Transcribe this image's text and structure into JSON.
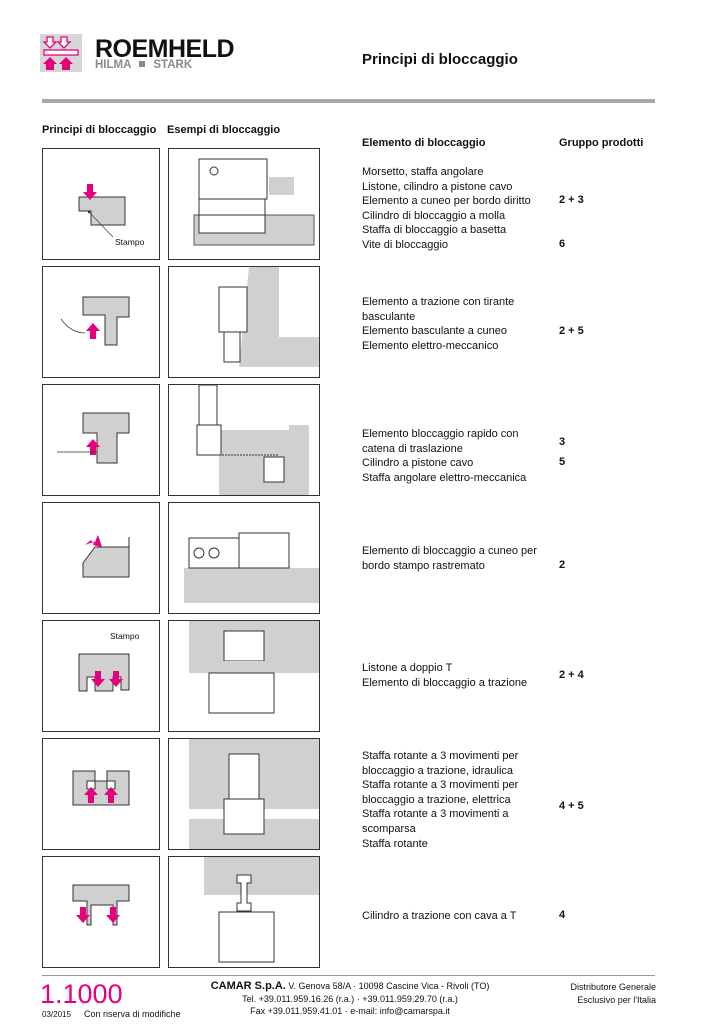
{
  "header": {
    "brand": "ROEMHELD",
    "sub_brands": [
      "HILMA",
      "STARK"
    ],
    "title": "Principi di bloccaggio"
  },
  "columns": {
    "principles": "Principi di bloccaggio",
    "examples": "Esempi di bloccaggio",
    "element": "Elemento di bloccaggio",
    "group": "Gruppo prodotti"
  },
  "labels": {
    "stampo": "Stampo"
  },
  "rows": [
    {
      "lines": [
        "Morsetto, staffa angolare",
        "Listone, cilindro a pistone cavo",
        "Elemento a cuneo per bordo diritto",
        "Cilindro di bloccaggio a molla",
        "Staffa di bloccaggio a basetta",
        "Vite di bloccaggio"
      ],
      "groups": [
        "2 + 3",
        "6"
      ]
    },
    {
      "lines": [
        "Elemento a trazione con tirante",
        "basculante",
        "Elemento basculante a cuneo",
        "Elemento elettro-meccanico"
      ],
      "groups": [
        "2 + 5"
      ]
    },
    {
      "lines": [
        "Elemento bloccaggio rapido con",
        "catena di traslazione",
        "Cilindro a pistone cavo",
        "Staffa angolare elettro-meccanica"
      ],
      "groups": [
        "3",
        "5"
      ]
    },
    {
      "lines": [
        "Elemento di bloccaggio a cuneo per",
        "bordo stampo rastremato"
      ],
      "groups": [
        "2"
      ]
    },
    {
      "lines": [
        "Listone a doppio T",
        "Elemento di bloccaggio a trazione"
      ],
      "groups": [
        "2 + 4"
      ]
    },
    {
      "lines": [
        "Staffa rotante a 3 movimenti per",
        "bloccaggio a trazione, idraulica",
        "Staffa rotante a 3 movimenti per",
        "bloccaggio a trazione, elettrica",
        "Staffa rotante a 3 movimenti a",
        "scomparsa",
        "Staffa rotante"
      ],
      "groups": [
        "4 + 5"
      ]
    },
    {
      "lines": [
        "Cilindro a trazione con cava a T"
      ],
      "groups": [
        "4"
      ]
    }
  ],
  "footer": {
    "page_number": "1.1000",
    "date": "03/2015",
    "note": "Con riserva di modifiche",
    "company": "CAMAR S.p.A.",
    "address": "V. Genova 58/A  ·  10098 Cascine Vica - Rivoli (TO)",
    "phone": "Tel. +39.011.959.16.26 (r.a.)  ·  +39.011.959.29.70 (r.a.)",
    "fax": "Fax +39.011.959.41.01  ·  e-mail: info@camarspa.it",
    "distributor1": "Distributore Generale",
    "distributor2": "Esclusivo per l'Italia"
  },
  "colors": {
    "accent": "#e6007e",
    "gray": "#d0d0d0"
  }
}
